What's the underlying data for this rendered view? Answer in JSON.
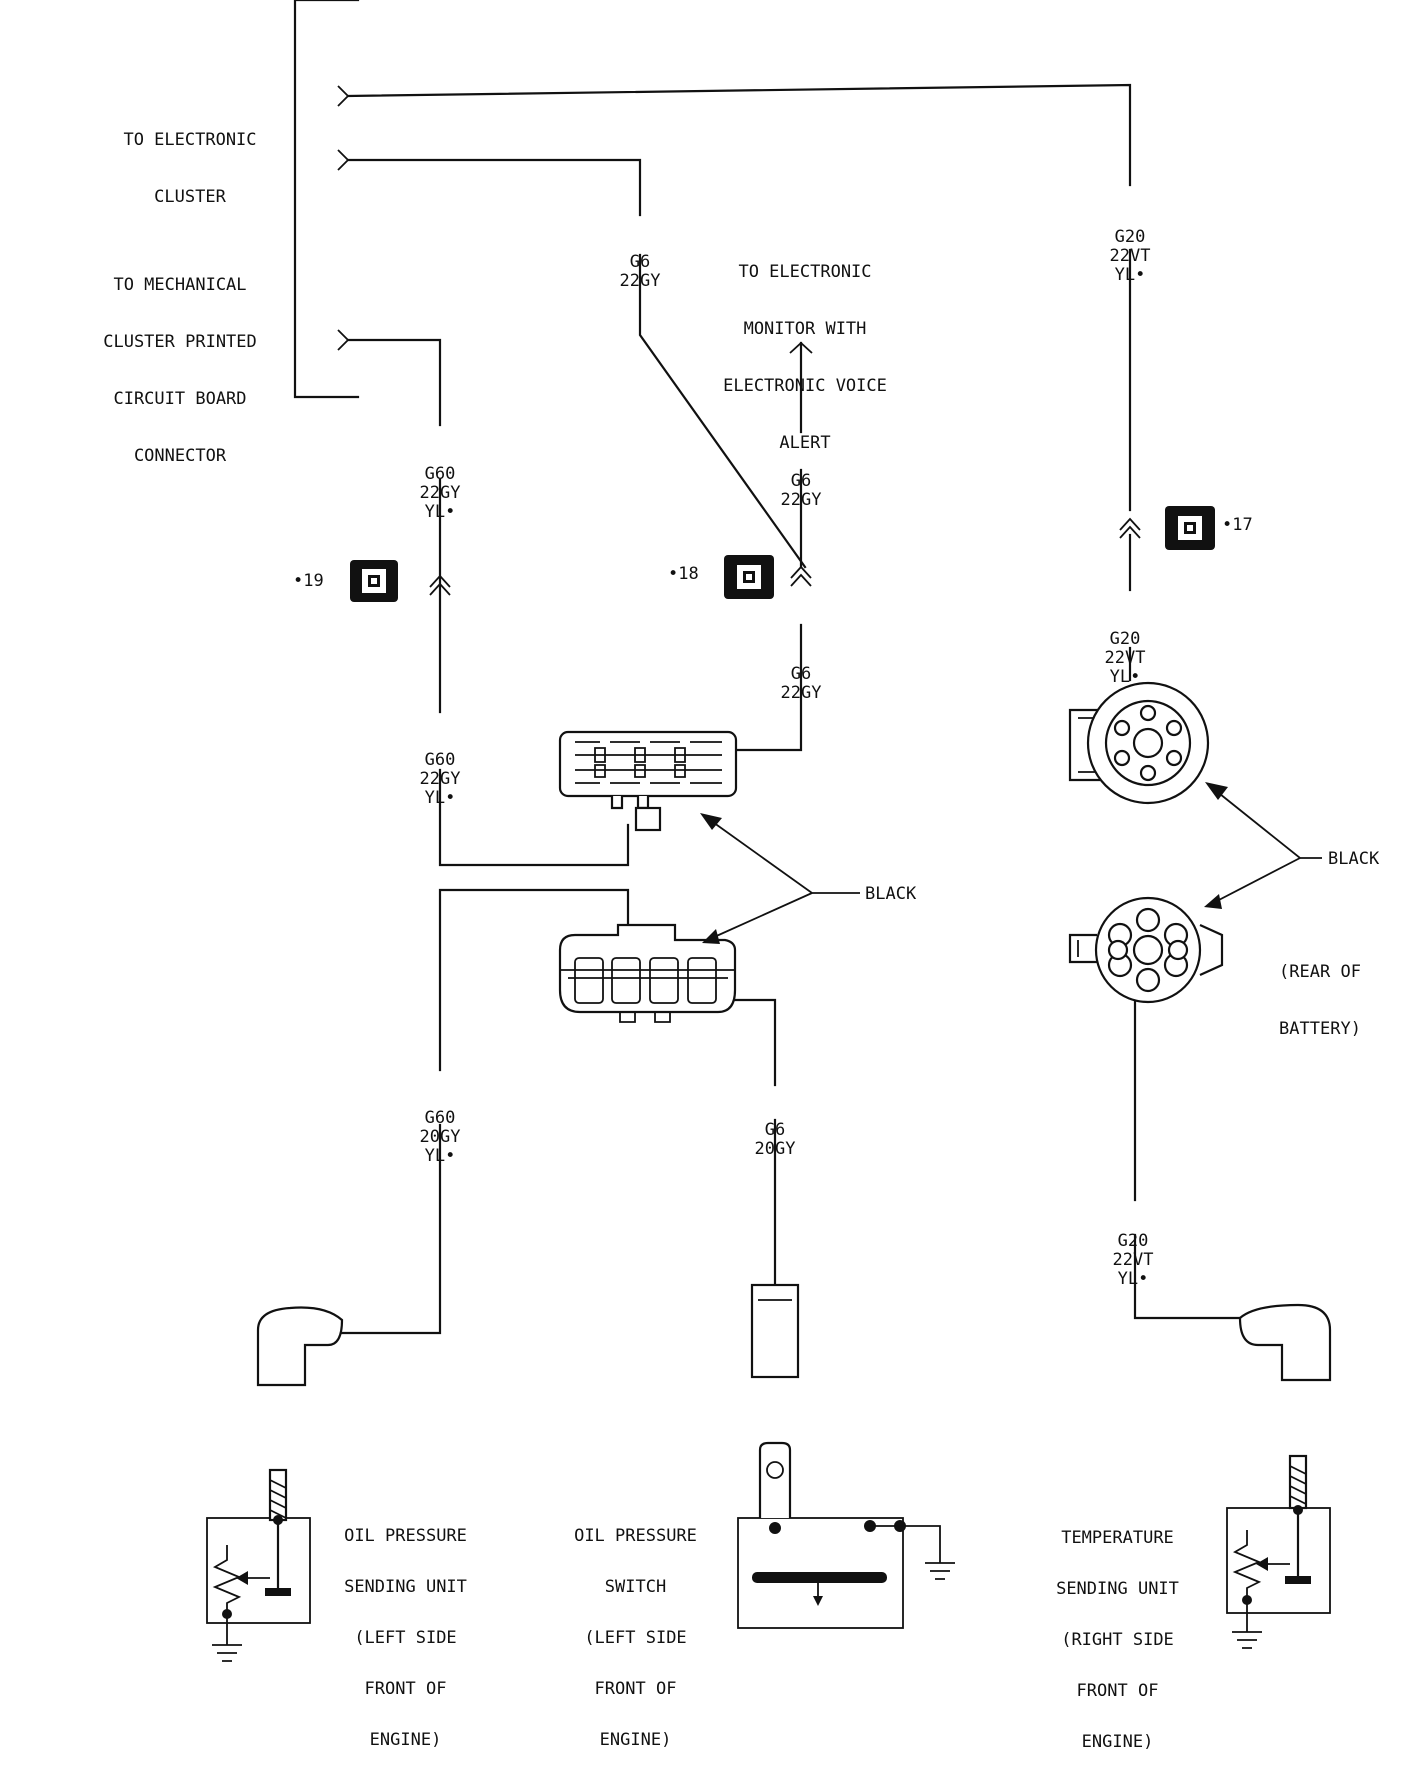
{
  "callouts": {
    "to_electronic_cluster": [
      "TO ELECTRONIC",
      "CLUSTER"
    ],
    "to_mechanical_cluster": [
      "TO MECHANICAL",
      "CLUSTER PRINTED",
      "CIRCUIT BOARD",
      "CONNECTOR"
    ],
    "to_electronic_monitor": [
      "TO ELECTRONIC",
      "MONITOR WITH",
      "ELECTRONIC VOICE",
      "ALERT"
    ],
    "black_center": "BLACK",
    "black_right": "BLACK",
    "rear_of_battery": [
      "(REAR OF",
      "BATTERY)"
    ]
  },
  "wires": {
    "g60_upper": [
      "G60",
      "22GY",
      "YL•"
    ],
    "g60_mid": [
      "G60",
      "22GY",
      "YL•"
    ],
    "g60_lower": [
      "G60",
      "20GY",
      "YL•"
    ],
    "g6_upper_left": [
      "G6",
      "22GY"
    ],
    "g6_upper_right": [
      "G6",
      "22GY"
    ],
    "g6_mid": [
      "G6",
      "22GY"
    ],
    "g6_lower": [
      "G6",
      "20GY"
    ],
    "g20_upper": [
      "G20",
      "22VT",
      "YL•"
    ],
    "g20_mid": [
      "G20",
      "22VT",
      "YL•"
    ],
    "g20_lower": [
      "G20",
      "22VT",
      "YL•"
    ]
  },
  "splices": {
    "s19": "•19",
    "s18": "•18",
    "s17": "•17"
  },
  "components": {
    "oil_pressure_sending_unit": [
      "OIL PRESSURE",
      "SENDING UNIT",
      "(LEFT SIDE",
      "FRONT OF",
      "ENGINE)"
    ],
    "oil_pressure_switch": [
      "OIL PRESSURE",
      "SWITCH",
      "(LEFT SIDE",
      "FRONT OF",
      "ENGINE)"
    ],
    "temperature_sending_unit": [
      "TEMPERATURE",
      "SENDING UNIT",
      "(RIGHT SIDE",
      "FRONT OF",
      "ENGINE)"
    ]
  }
}
